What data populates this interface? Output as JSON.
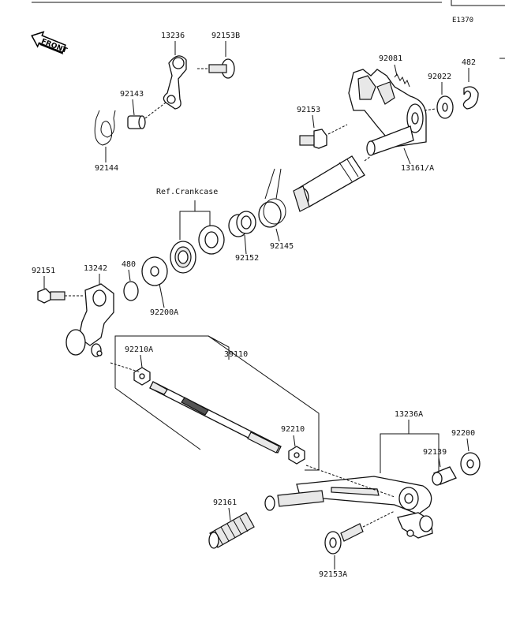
{
  "figure_code": "E1370",
  "front_badge": "FRONT",
  "reference_note": "Ref.Crankcase",
  "part_numbers": {
    "p13236": "13236",
    "p92153B": "92153B",
    "p92143": "92143",
    "p92144": "92144",
    "p92081": "92081",
    "p482": "482",
    "p92022": "92022",
    "p92153": "92153",
    "p13161A": "13161/A",
    "p92145": "92145",
    "p92152": "92152",
    "p92151": "92151",
    "p13242": "13242",
    "p480": "480",
    "p92200A": "92200A",
    "p92210A": "92210A",
    "p39110": "39110",
    "p92210": "92210",
    "p13236A": "13236A",
    "p92200": "92200",
    "p92139": "92139",
    "p92161": "92161",
    "p92153A": "92153A"
  }
}
